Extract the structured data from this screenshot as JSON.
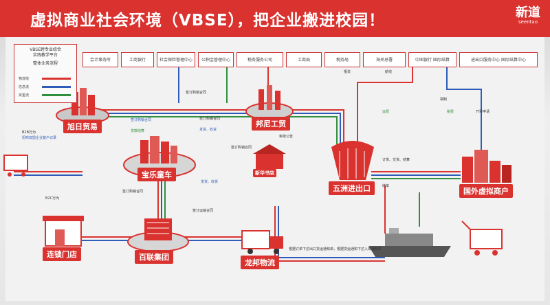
{
  "header": {
    "title": "虚拟商业社会环境（VBSE），把企业搬进校园！",
    "logo_main": "新道",
    "logo_sub": "seentao"
  },
  "legend": {
    "title_line1": "VBSE跨专业综合",
    "title_line2": "实践教学平台",
    "subtitle": "整体业务流程",
    "rows": [
      "物流线",
      "信息流",
      "资金流"
    ],
    "colors": {
      "goods": "#d9322f",
      "info": "#2e5cb8",
      "money": "#2f8f3c"
    }
  },
  "top_boxes": [
    "会计事务所",
    "工商银行",
    "社会保险管理中心",
    "公积金管理中心",
    "税务服务公司",
    "工商局",
    "税务局",
    "海关总署",
    "中国银行 国际结算",
    "进出口服务中心 国际结算中心"
  ],
  "nodes": {
    "xuri": "旭日贸易",
    "baole": "宝乐童车",
    "bangni": "邦尼工贸",
    "xinhua": "新华书店",
    "wuzhou": "五洲进出口",
    "guowai": "国外虚拟商户",
    "liansuo": "连锁门店",
    "bailian": "百联集团",
    "longbang": "龙邦物流"
  },
  "labels": {
    "b2b": "B2B行为",
    "b2b_detail": "招商加盟企业客户记录",
    "b2c": "B2C行为",
    "qianding": "签订购销合同",
    "fahuo": "发货、收货",
    "huokuan": "货款结算",
    "yunshu": "签订运输合同",
    "baoguan": "报关",
    "hangxian": "航线",
    "yunfei": "运费",
    "shenpi": "审批公告",
    "dingdan": "订货、交货、结算",
    "jiedai": "结单",
    "tianzhi": "填制",
    "shuifei": "税费",
    "kaipiao": "开票申请",
    "wuliu": "根据订单下达出口货运通知单，根据货运通知下达入库通知单"
  }
}
